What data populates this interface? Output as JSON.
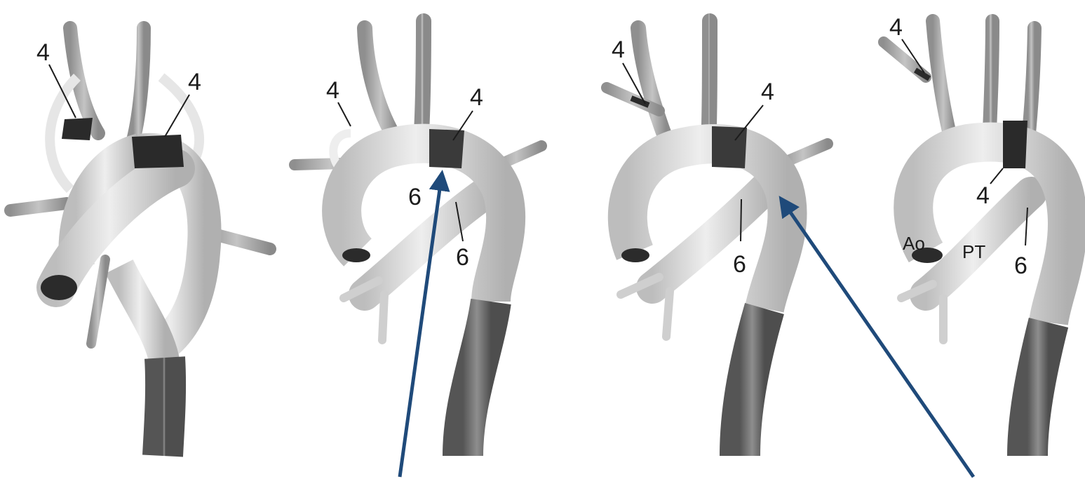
{
  "colors": {
    "vessel_light": "#d9d9d9",
    "vessel_mid": "#a9a9a9",
    "vessel_dark": "#6f6f6f",
    "segment_black": "#1a1a1a",
    "arrow": "#1f4a7a"
  },
  "panels": [
    {
      "name": "panel-1",
      "labels": {
        "left_4": "4",
        "right_4": "4"
      }
    },
    {
      "name": "panel-2",
      "labels": {
        "left_4": "4",
        "arch_4": "4",
        "inner_6": "6",
        "lower_6": "6"
      }
    },
    {
      "name": "panel-3",
      "labels": {
        "left_4": "4",
        "arch_4": "4",
        "lower_6": "6"
      }
    },
    {
      "name": "panel-4",
      "labels": {
        "left_4": "4",
        "arch_4": "4",
        "ao": "Ao",
        "pt": "PT",
        "lower_6": "6"
      }
    }
  ],
  "arrows": [
    {
      "name": "arrow-panel-2",
      "target": "panel-2 dark arch segment"
    },
    {
      "name": "arrow-panel-3",
      "target": "panel-3 arch junction"
    }
  ]
}
